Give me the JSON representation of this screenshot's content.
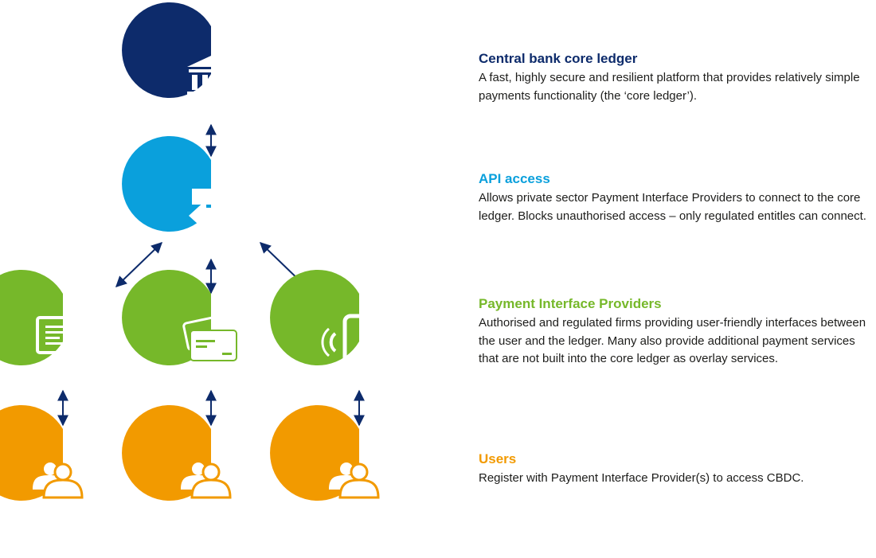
{
  "colors": {
    "navy": "#0d2b6b",
    "blue": "#0aa0dc",
    "green": "#76b82a",
    "orange": "#f29a00",
    "arrow": "#0d2b6b",
    "white": "#ffffff"
  },
  "nodes": {
    "ledger": {
      "icon": "bank-building-icon",
      "color": "navy"
    },
    "api": {
      "icon": "exchange-arrows-icon",
      "color": "blue"
    },
    "providers": [
      {
        "icon": "desktop-monitor-icon",
        "color": "green"
      },
      {
        "icon": "payment-card-icon",
        "color": "green"
      },
      {
        "icon": "mobile-phone-icon",
        "color": "green"
      }
    ],
    "users": [
      {
        "icon": "users-group-icon",
        "color": "orange"
      },
      {
        "icon": "users-group-icon",
        "color": "orange"
      },
      {
        "icon": "users-group-icon",
        "color": "orange"
      }
    ]
  },
  "descriptions": {
    "ledger": {
      "title": "Central bank core ledger",
      "body": "A fast, highly secure and resilient platform that provides relatively simple payments functionality (the ‘core ledger’)."
    },
    "api": {
      "title": "API access",
      "body": "Allows private sector Payment Interface Providers to connect to the core ledger. Blocks unauthorised access – only regulated entitles can connect."
    },
    "providers": {
      "title": "Payment Interface Providers",
      "body": "Authorised and regulated firms providing user-friendly interfaces between the user and the ledger. Many also provide additional payment services that are not built into the core ledger as overlay services."
    },
    "users": {
      "title": "Users",
      "body": "Register with Payment Interface Provider(s) to access CBDC."
    }
  }
}
